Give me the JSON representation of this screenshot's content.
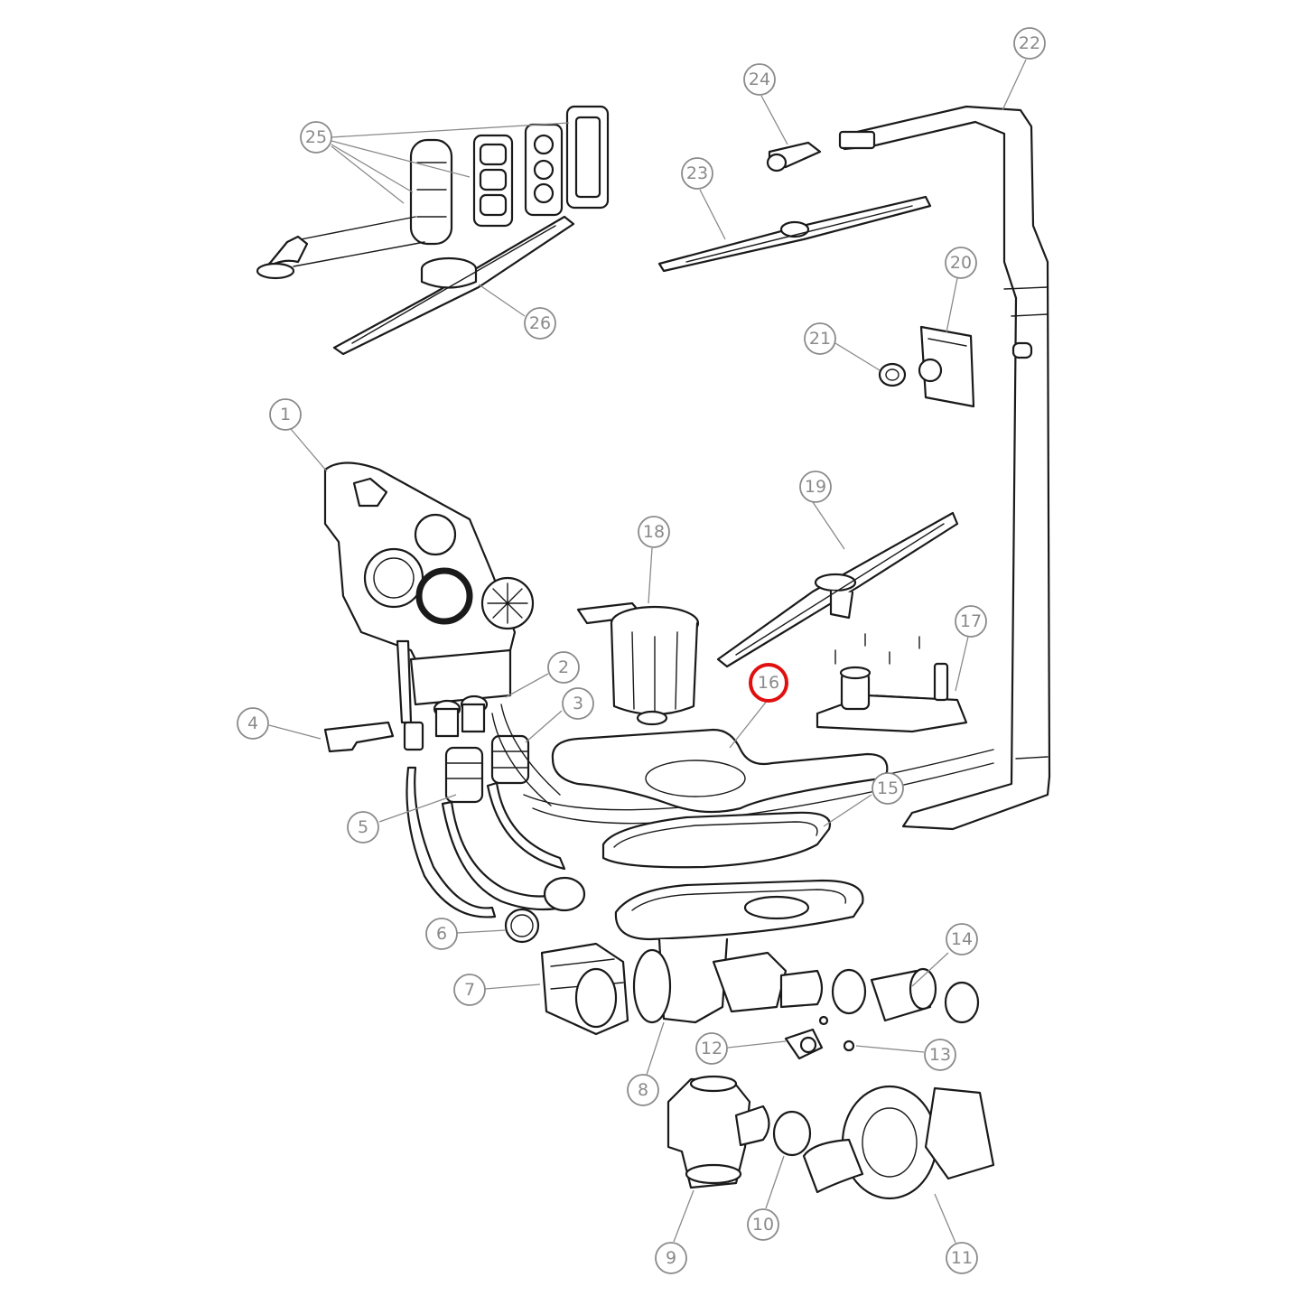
{
  "colors": {
    "line": "#1a1a1a",
    "callout": "#8a8a8a",
    "highlight": "#e01010",
    "background": "#ffffff"
  },
  "highlighted_callout": "16",
  "callouts": [
    {
      "label": "1"
    },
    {
      "label": "2"
    },
    {
      "label": "3"
    },
    {
      "label": "4"
    },
    {
      "label": "5"
    },
    {
      "label": "6"
    },
    {
      "label": "7"
    },
    {
      "label": "8"
    },
    {
      "label": "9"
    },
    {
      "label": "10"
    },
    {
      "label": "11"
    },
    {
      "label": "12"
    },
    {
      "label": "13"
    },
    {
      "label": "14"
    },
    {
      "label": "15"
    },
    {
      "label": "16"
    },
    {
      "label": "17"
    },
    {
      "label": "18"
    },
    {
      "label": "19"
    },
    {
      "label": "20"
    },
    {
      "label": "21"
    },
    {
      "label": "22"
    },
    {
      "label": "23"
    },
    {
      "label": "24"
    },
    {
      "label": "25"
    },
    {
      "label": "26"
    }
  ]
}
